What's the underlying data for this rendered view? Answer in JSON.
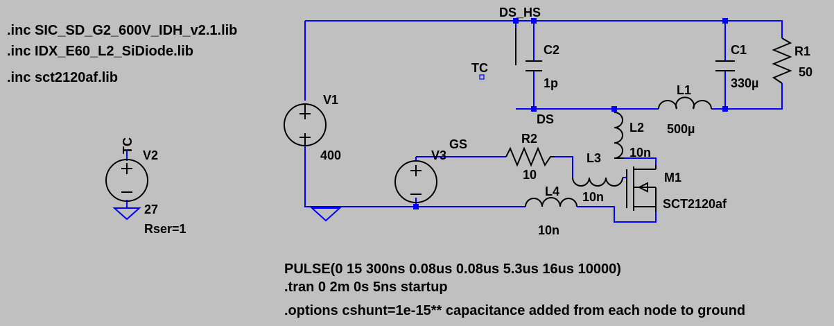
{
  "directives": {
    "inc1": ".inc SIC_SD_G2_600V_IDH_v2.1.lib",
    "inc2": ".inc IDX_E60_L2_SiDiode.lib",
    "inc3": ".inc sct2120af.lib",
    "pulse": "PULSE(0 15 300ns 0.08us 0.08us 5.3us 16us 10000)",
    "tran": ".tran 0 2m 0s 5ns startup",
    "options": ".options cshunt=1e-15** capacitance added from each node to ground"
  },
  "nets": {
    "ds_hs": "DS_HS",
    "ds": "DS",
    "gs": "GS",
    "tc_flag": "TC",
    "tc_v2": "TC"
  },
  "components": {
    "V1": {
      "name": "V1",
      "value": "400"
    },
    "V2": {
      "name": "V2",
      "value": "27",
      "extra": "Rser=1"
    },
    "V3": {
      "name": "V3"
    },
    "C1": {
      "name": "C1",
      "value": "330µ"
    },
    "C2": {
      "name": "C2",
      "value": "1p"
    },
    "R1": {
      "name": "R1",
      "value": "50"
    },
    "R2": {
      "name": "R2",
      "value": "10"
    },
    "L1": {
      "name": "L1",
      "value": "500µ"
    },
    "L2": {
      "name": "L2",
      "value": "10n"
    },
    "L3": {
      "name": "L3",
      "value": "10n"
    },
    "L4": {
      "name": "L4",
      "value": "10n"
    },
    "M1": {
      "name": "M1",
      "value": "SCT2120af"
    }
  },
  "colors": {
    "background": "#c0c0c0",
    "wire": "#0000ff",
    "component": "#000000"
  }
}
